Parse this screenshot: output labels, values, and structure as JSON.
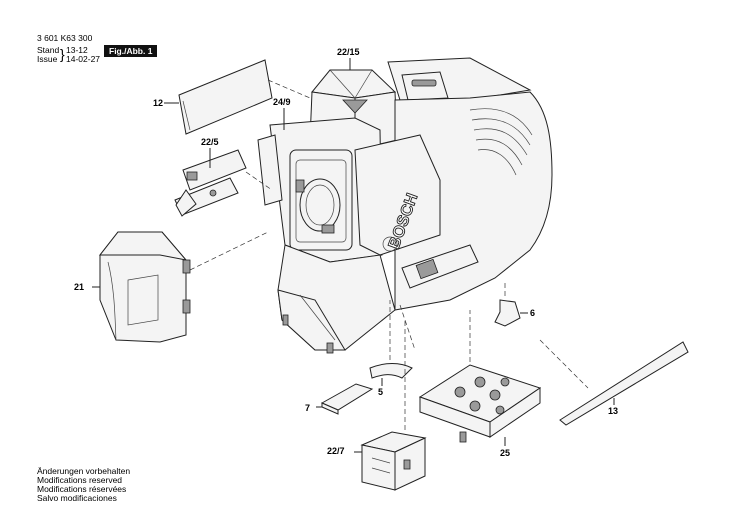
{
  "header": {
    "part_number": "3 601 K63 300",
    "stand_label": "Stand",
    "stand_value": "13-12",
    "issue_label": "Issue",
    "issue_value": "14-02-27",
    "figure_label": "Fig./Abb. 1"
  },
  "brand": "BOSCH",
  "callouts": {
    "c12": "12",
    "c22_15": "22/15",
    "c24_9": "24/9",
    "c22_5": "22/5",
    "c21": "21",
    "c6": "6",
    "c5": "5",
    "c7": "7",
    "c13": "13",
    "c22_7": "22/7",
    "c25": "25"
  },
  "footer": {
    "line1": "Änderungen vorbehalten",
    "line2": "Modifications reserved",
    "line3": "Modifications réservées",
    "line4": "Salvo modificaciones"
  }
}
